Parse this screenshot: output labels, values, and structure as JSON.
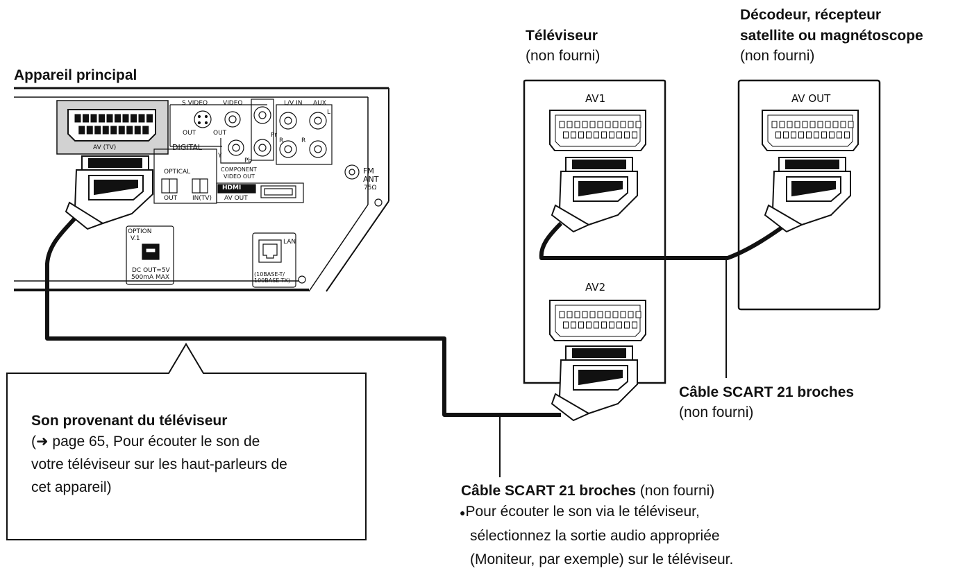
{
  "main_unit": {
    "title": "Appareil principal"
  },
  "panel": {
    "av_tv": "AV  (TV)",
    "s_video": "S VIDEO",
    "video": "VIDEO",
    "out_a": "OUT",
    "out_b": "OUT",
    "l_vin": "L/V IN",
    "aux": "AUX",
    "l": "L",
    "r1": "R",
    "r2": "R",
    "digital": "DIGITAL",
    "optical": "OPTICAL",
    "opt_out": "OUT",
    "opt_in": "IN(TV)",
    "y": "Y",
    "pb": "Pb",
    "pr": "Pr",
    "component": "COMPONENT",
    "video_out": "VIDEO OUT",
    "hdmi": "HDMI",
    "av_out": "AV OUT",
    "fm": "FM",
    "ant": "ANT",
    "ohm": "75Ω",
    "option": "OPTION",
    "v1": "V.1",
    "dc_out": "DC OUT=5V",
    "dc_max": "500mA MAX",
    "lan": "LAN",
    "lan_spec1": "(10BASE-T/",
    "lan_spec2": "100BASE-TX)"
  },
  "tv": {
    "title": "Téléviseur",
    "note": "(non fourni)",
    "av1": "AV1",
    "av2": "AV2"
  },
  "decoder": {
    "title1": "Décodeur, récepteur",
    "title2": "satellite ou magnétoscope",
    "note": "(non fourni)",
    "av_out": "AV OUT"
  },
  "cable_right": {
    "title": "Câble SCART 21 broches",
    "note": "(non fourni)"
  },
  "cable_bottom": {
    "title": "Câble SCART 21 broches",
    "note": " (non fourni)",
    "bullet": "●",
    "line1": "Pour écouter le son via le téléviseur,",
    "line2": "sélectionnez la sortie audio appropriée",
    "line3": "(Moniteur, par exemple) sur le téléviseur."
  },
  "callout": {
    "title": "Son provenant du téléviseur",
    "line1": "(➜ page 65, Pour écouter le son de",
    "line2": "votre téléviseur sur les haut-parleurs de",
    "line3": "cet appareil)"
  }
}
